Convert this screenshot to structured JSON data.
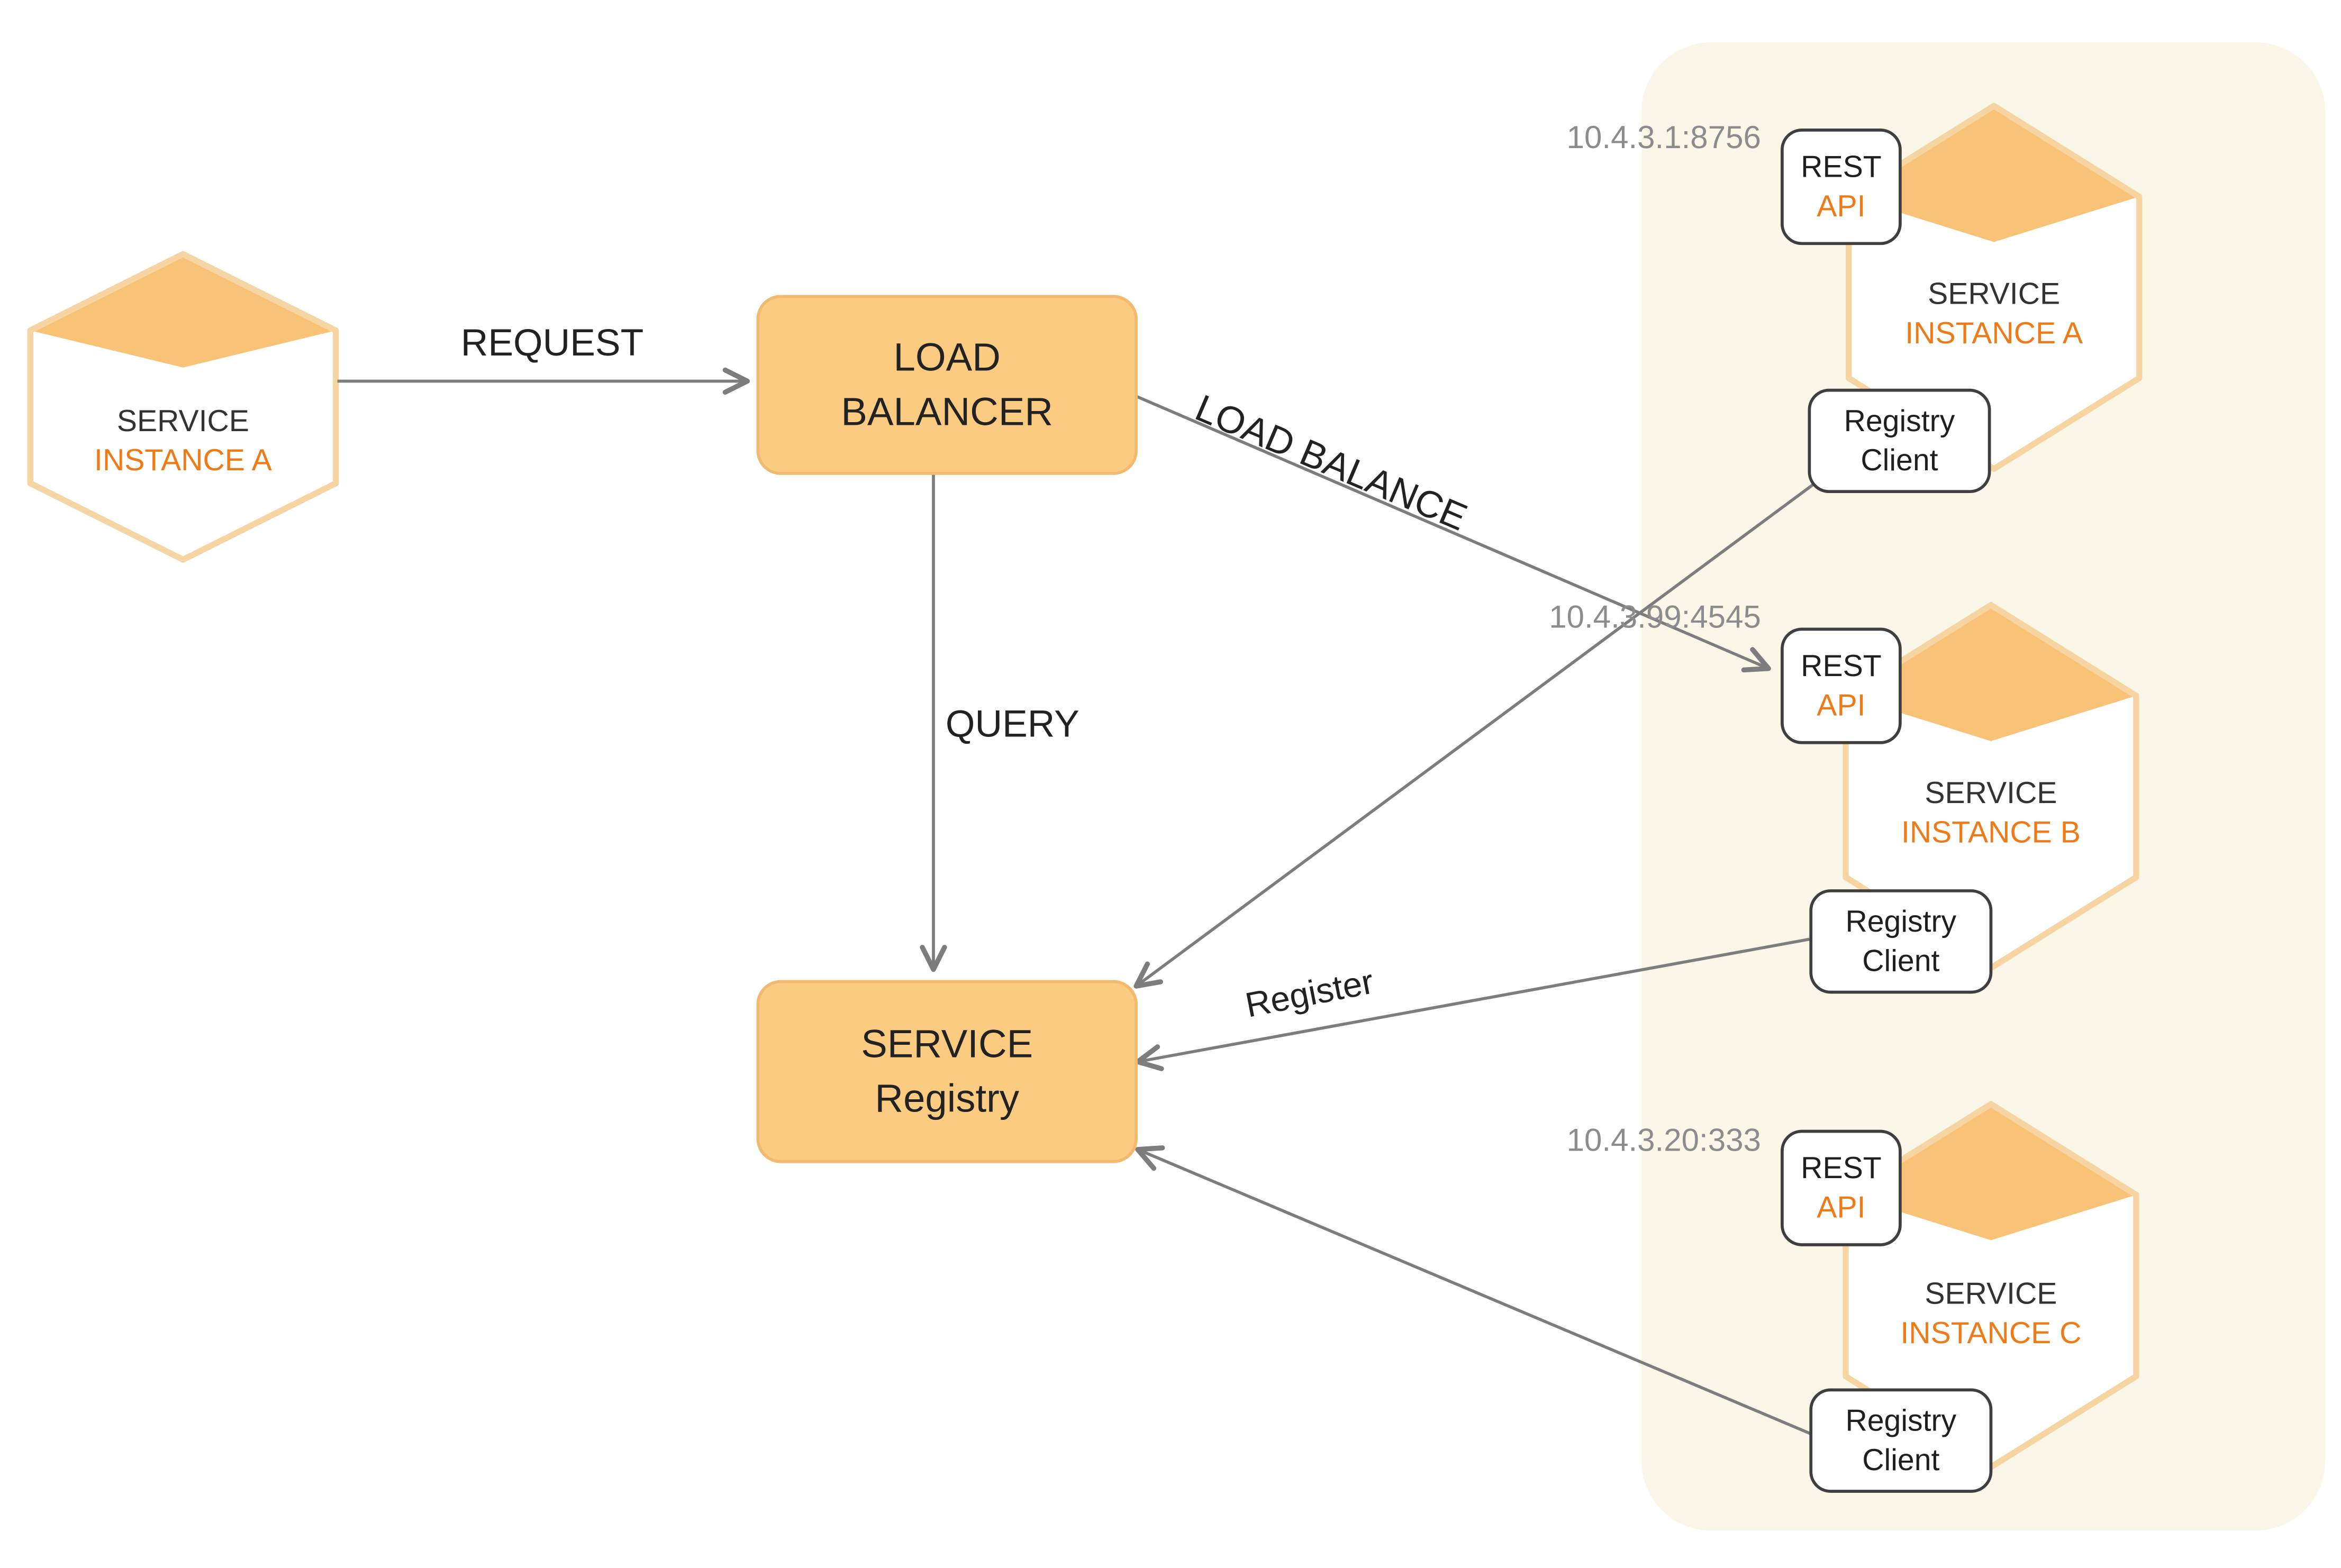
{
  "colors": {
    "node_fill_orange": "#FACB81",
    "hex_roof_orange": "#F8C377",
    "hex_border": "#F6D5A2",
    "text_orange": "#EE7B18",
    "text_dark": "#222222",
    "text_gray": "#8C8C8C",
    "arrow_gray": "#7D7D7D",
    "panel_cream": "#FAF7E9"
  },
  "client_hexagon": {
    "line1": "SERVICE",
    "line2": "INSTANCE A"
  },
  "load_balancer": {
    "line1": "LOAD",
    "line2": "BALANCER"
  },
  "service_registry": {
    "line1": "SERVICE",
    "line2": "Registry"
  },
  "edge_labels": {
    "request": "REQUEST",
    "query": "QUERY",
    "load_balance": "LOAD BALANCE",
    "register": "Register"
  },
  "instances": [
    {
      "ip": "10.4.3.1:8756",
      "rest_api": {
        "line1": "REST",
        "line2": "API"
      },
      "service": {
        "line1": "SERVICE",
        "line2": "INSTANCE A"
      },
      "registry_client": {
        "line1": "Registry",
        "line2": "Client"
      }
    },
    {
      "ip": "10.4.3.99:4545",
      "rest_api": {
        "line1": "REST",
        "line2": "API"
      },
      "service": {
        "line1": "SERVICE",
        "line2": "INSTANCE B"
      },
      "registry_client": {
        "line1": "Registry",
        "line2": "Client"
      }
    },
    {
      "ip": "10.4.3.20:333",
      "rest_api": {
        "line1": "REST",
        "line2": "API"
      },
      "service": {
        "line1": "SERVICE",
        "line2": "INSTANCE C"
      },
      "registry_client": {
        "line1": "Registry",
        "line2": "Client"
      }
    }
  ]
}
